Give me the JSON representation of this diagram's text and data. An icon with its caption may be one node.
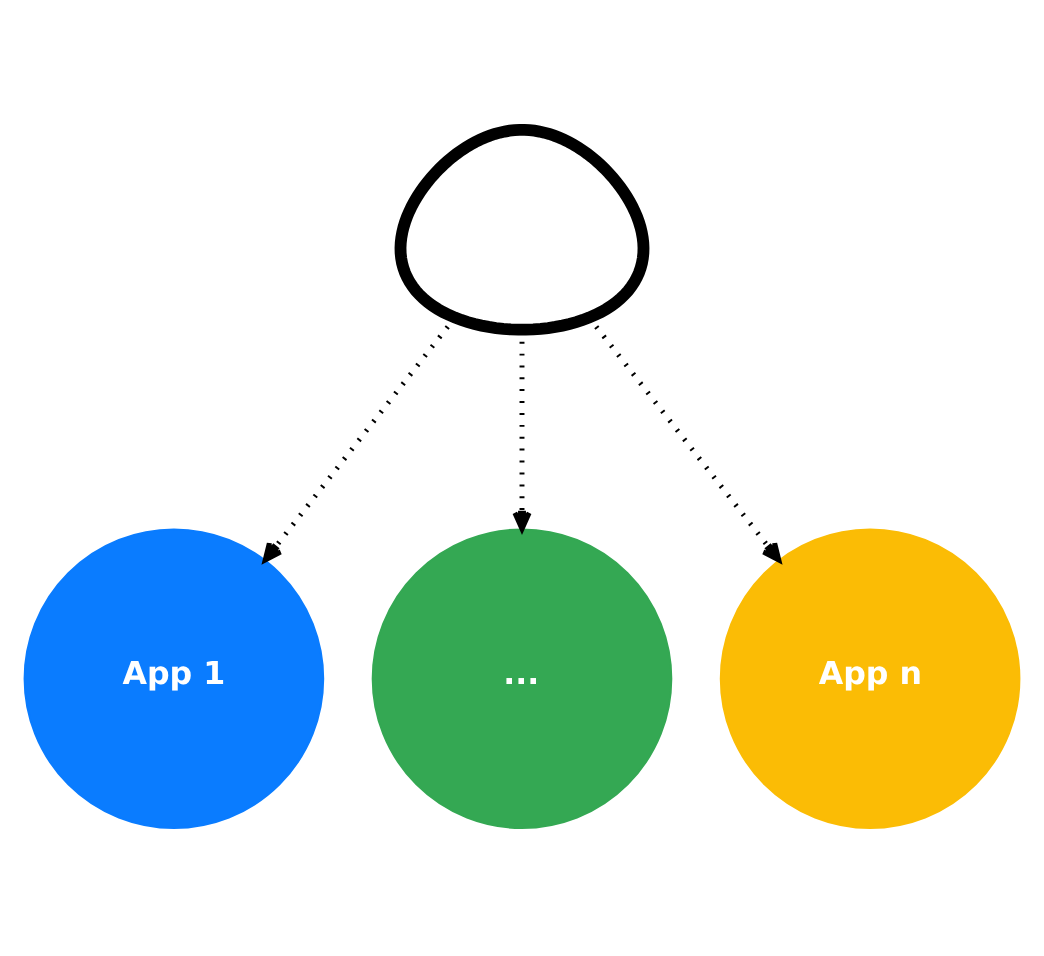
{
  "diagram": {
    "nodes": [
      {
        "text": [],
        "shape": "brain"
      },
      {
        "text": [
          "App 1"
        ]
      },
      {
        "text": [
          "..."
        ]
      },
      {
        "text": [
          "App n"
        ]
      }
    ],
    "edges": [
      {
        "from": 0,
        "to": 1,
        "arrow": "to",
        "style": "dashed"
      },
      {
        "from": 0,
        "to": 2,
        "arrow": "to",
        "style": "dashed"
      },
      {
        "from": 0,
        "to": 3,
        "arrow": "to",
        "style": "dashed"
      }
    ]
  }
}
